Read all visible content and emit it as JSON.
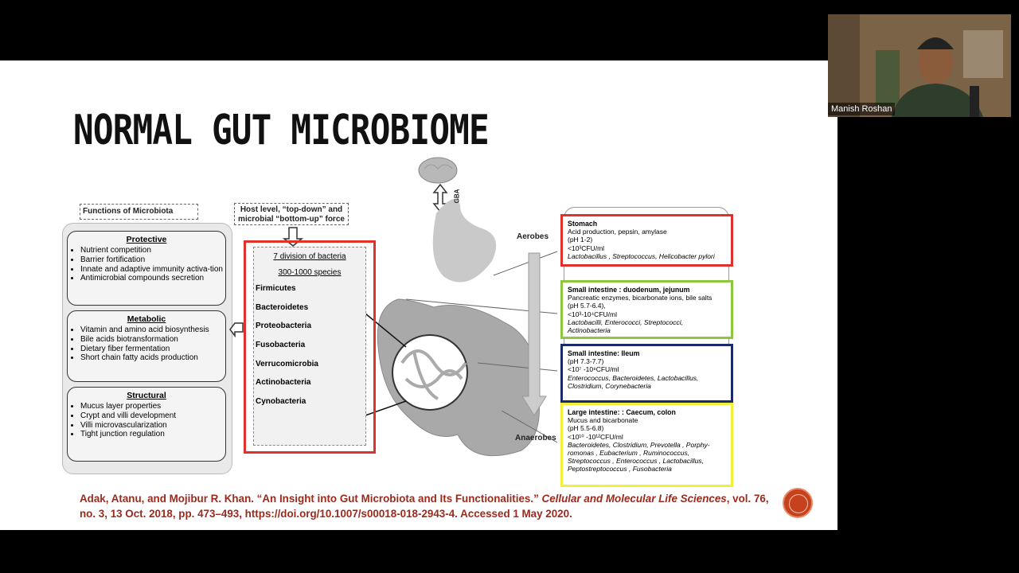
{
  "slide": {
    "title": "NORMAL GUT MICROBIOME",
    "citation": {
      "plain": "Adak, Atanu, and Mojibur R. Khan. “An Insight into Gut Microbiota and Its Functionalities.”",
      "journal": "Cellular and Molecular Life Sciences",
      "rest": ", vol. 76, no. 3, 13 Oct. 2018, pp. 473–493, https://doi.org/10.1007/s00018-018-2943-4. Accessed 1 May 2020."
    }
  },
  "figure": {
    "functions_label": "Functions of Microbiota",
    "host_label": "Host level, “top-down” and microbial “bottom-up” force",
    "gba": "GBA",
    "aerobes": "Aerobes",
    "anaerobes": "Anaerobes",
    "groups": [
      {
        "title": "Protective",
        "items": [
          "Nutrient competition",
          "Barrier fortification",
          "Innate and adaptive immunity activa-tion",
          "Antimicrobial compounds secretion"
        ]
      },
      {
        "title": "Metabolic",
        "items": [
          "Vitamin and amino acid  biosynthesis",
          "Bile acids biotransformation",
          "Dietary fiber fermentation",
          "Short chain fatty acids production"
        ]
      },
      {
        "title": "Structural",
        "items": [
          "Mucus layer properties",
          "Crypt and villi development",
          "Villi microvascularization",
          "Tight junction regulation"
        ]
      }
    ],
    "phyla_header": "7 division of bacteria",
    "phyla_species": "300-1000 species",
    "phyla": [
      "Firmicutes",
      "Bacteroidetes",
      "Proteobacteria",
      "Fusobacteria",
      "Verrucomicrobia",
      "Actinobacteria",
      "Cynobacteria"
    ],
    "regions": [
      {
        "name": "Stomach",
        "l1": "Acid production, pepsin, amylase",
        "l2": "(pH 1-2)",
        "l3": "<10³CFU/ml",
        "bact": "Lactobacillus , Streptococcus, Helicobacter pylori",
        "color": "#e0312a"
      },
      {
        "name": "Small intestine : duodenum, jejunum",
        "l1": "Pancreatic enzymes, bicarbonate ions, bile salts",
        "l2": "(pH 5.7-6.4),",
        "l3": "<10³-10⁴CFU/ml",
        "bact": "Lactobacilli, Enterococci, Streptococci, Actinobacteria",
        "color": "#8dc63f"
      },
      {
        "name": "Small intestine: Ileum",
        "l1": "",
        "l2": "(pH 7.3-7.7)",
        "l3": "<10⁷ -10⁸CFU/ml",
        "bact": "Enterococcus, Bacteroidetes, Lactobacillus, Clostridium, Corynebacteria",
        "color": "#1b2a6b"
      },
      {
        "name": "Large intestine: : Caecum, colon",
        "l1": "Mucus and bicarbonate",
        "l2": "(pH 5.5-6.8)",
        "l3": "<10¹⁰ -10¹²CFU/ml",
        "bact": "Bacteroidetes, Clostridium, Prevotella , Porphy-romonas , Eubacterium , Ruminococcus, Streptococcus , Enterococcus , Lactobacillus, Peptostreptococcus , Fusobacteria",
        "color": "#f2ef3a"
      }
    ]
  },
  "participant": {
    "name": "Manish Roshan"
  }
}
